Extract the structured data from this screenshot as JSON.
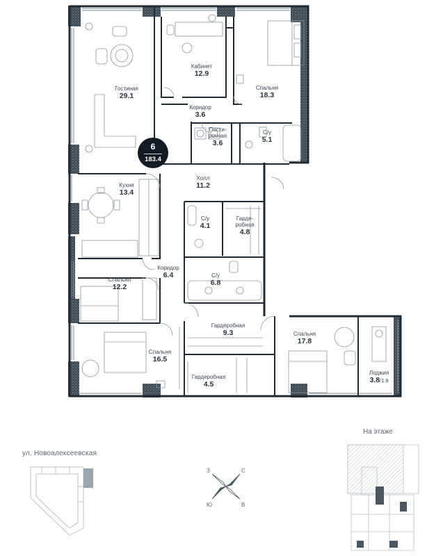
{
  "apartment": {
    "number": "6",
    "total_area": "183.4"
  },
  "rooms": [
    {
      "id": "living",
      "name": "Гостиная",
      "area": "29.1"
    },
    {
      "id": "study",
      "name": "Кабинет",
      "area": "12.9"
    },
    {
      "id": "bedroom-ne",
      "name": "Спальня",
      "area": "18.3"
    },
    {
      "id": "corridor-top",
      "name": "Коридор",
      "area": "3.6"
    },
    {
      "id": "laundry",
      "name": "Пости-\nрочная",
      "area": "3.6"
    },
    {
      "id": "bath-top",
      "name": "С/у",
      "area": "5.1"
    },
    {
      "id": "kitchen",
      "name": "Кухня",
      "area": "13.4"
    },
    {
      "id": "hall",
      "name": "Холл",
      "area": "11.2"
    },
    {
      "id": "bath-mid",
      "name": "С/у",
      "area": "4.1"
    },
    {
      "id": "wardrobe-mid",
      "name": "Гарде-\nробная",
      "area": "4.8"
    },
    {
      "id": "corridor-mid",
      "name": "Коридор",
      "area": "6.4"
    },
    {
      "id": "bath-lower",
      "name": "С/у",
      "area": "6.8"
    },
    {
      "id": "bedroom-w",
      "name": "Спальня",
      "area": "12.2"
    },
    {
      "id": "wardrobe-large",
      "name": "Гардеробная",
      "area": "9.3"
    },
    {
      "id": "bedroom-e",
      "name": "Спальня",
      "area": "17.8"
    },
    {
      "id": "bedroom-sw",
      "name": "Спальня",
      "area": "16.5"
    },
    {
      "id": "wardrobe-small",
      "name": "Гардеробная",
      "area": "4.5"
    },
    {
      "id": "loggia",
      "name": "Лоджия",
      "area": "3.8",
      "area_reduced": "/1.9"
    }
  ],
  "street": "ул. Новоалексеевская",
  "floor_label": "На этаже",
  "compass": {
    "n": "С",
    "e": "В",
    "s": "Ю",
    "w": "З"
  },
  "colors": {
    "wall": "#1f2a33",
    "wall_texture": "#6f7e8a",
    "furniture": "#8a96a0",
    "badge": "#141b22",
    "highlight": "#a9b4bd"
  }
}
